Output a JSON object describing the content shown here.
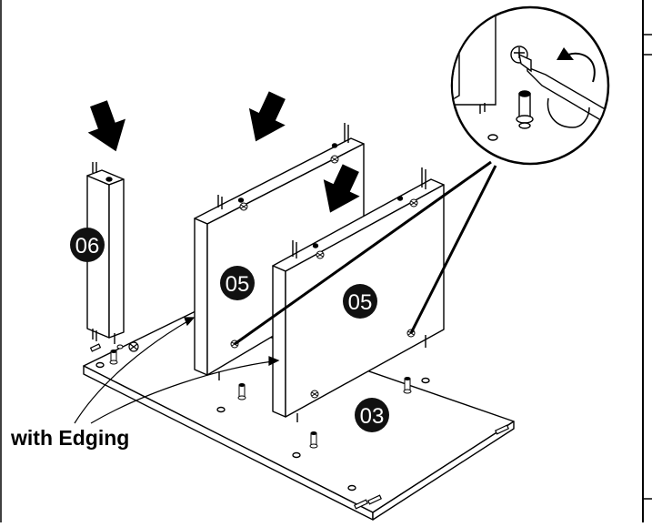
{
  "diagram": {
    "parts": {
      "side_panel_label": "06",
      "back_panel_left_label": "05",
      "back_panel_front_label": "05",
      "base_panel_label": "03"
    },
    "annotation": {
      "edging_label": "with Edging"
    },
    "icons": [
      "down-arrow-icon",
      "screwdriver-icon",
      "rotate-arrow-icon",
      "cam-lock-icon",
      "dowel-icon"
    ],
    "colors": {
      "ink": "#000000",
      "paper": "#ffffff",
      "badge": "#111111"
    }
  }
}
